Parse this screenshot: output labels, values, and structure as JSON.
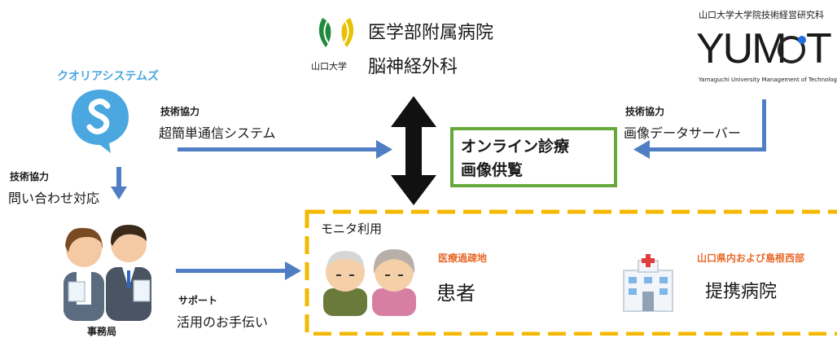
{
  "hospital": {
    "university": "山口大学",
    "line1": "医学部附属病院",
    "line2": "脳神経外科"
  },
  "yumot": {
    "top": "山口大学大学院技術経営研究科",
    "logo_left": "YUM",
    "logo_right": "T",
    "sub": "Yamaguchi University Management of Technology"
  },
  "qualia": {
    "name": "クオリアシステムズ",
    "tech_label": "技術協力",
    "tech_desc": "超簡単通信システム",
    "tech2_label": "技術協力",
    "tech2_desc": "問い合わせ対応"
  },
  "server": {
    "tech_label": "技術協力",
    "tech_desc": "画像データサーバー"
  },
  "center": {
    "line1": "オンライン診療",
    "line2": "画像供覧"
  },
  "office": {
    "label": "事務局",
    "support_label": "サポート",
    "support_desc": "活用のお手伝い"
  },
  "monitor": {
    "title": "モニタ利用",
    "area_label": "医療過疎地",
    "patient": "患者",
    "region": "山口県内および島根西部",
    "partner": "提携病院"
  },
  "colors": {
    "blue_arrow": "#4f7ec4",
    "green_box": "#66a83a",
    "dash_yellow": "#f5b800",
    "orange_text": "#e8692a",
    "qualia_blue": "#4aa7e0"
  }
}
